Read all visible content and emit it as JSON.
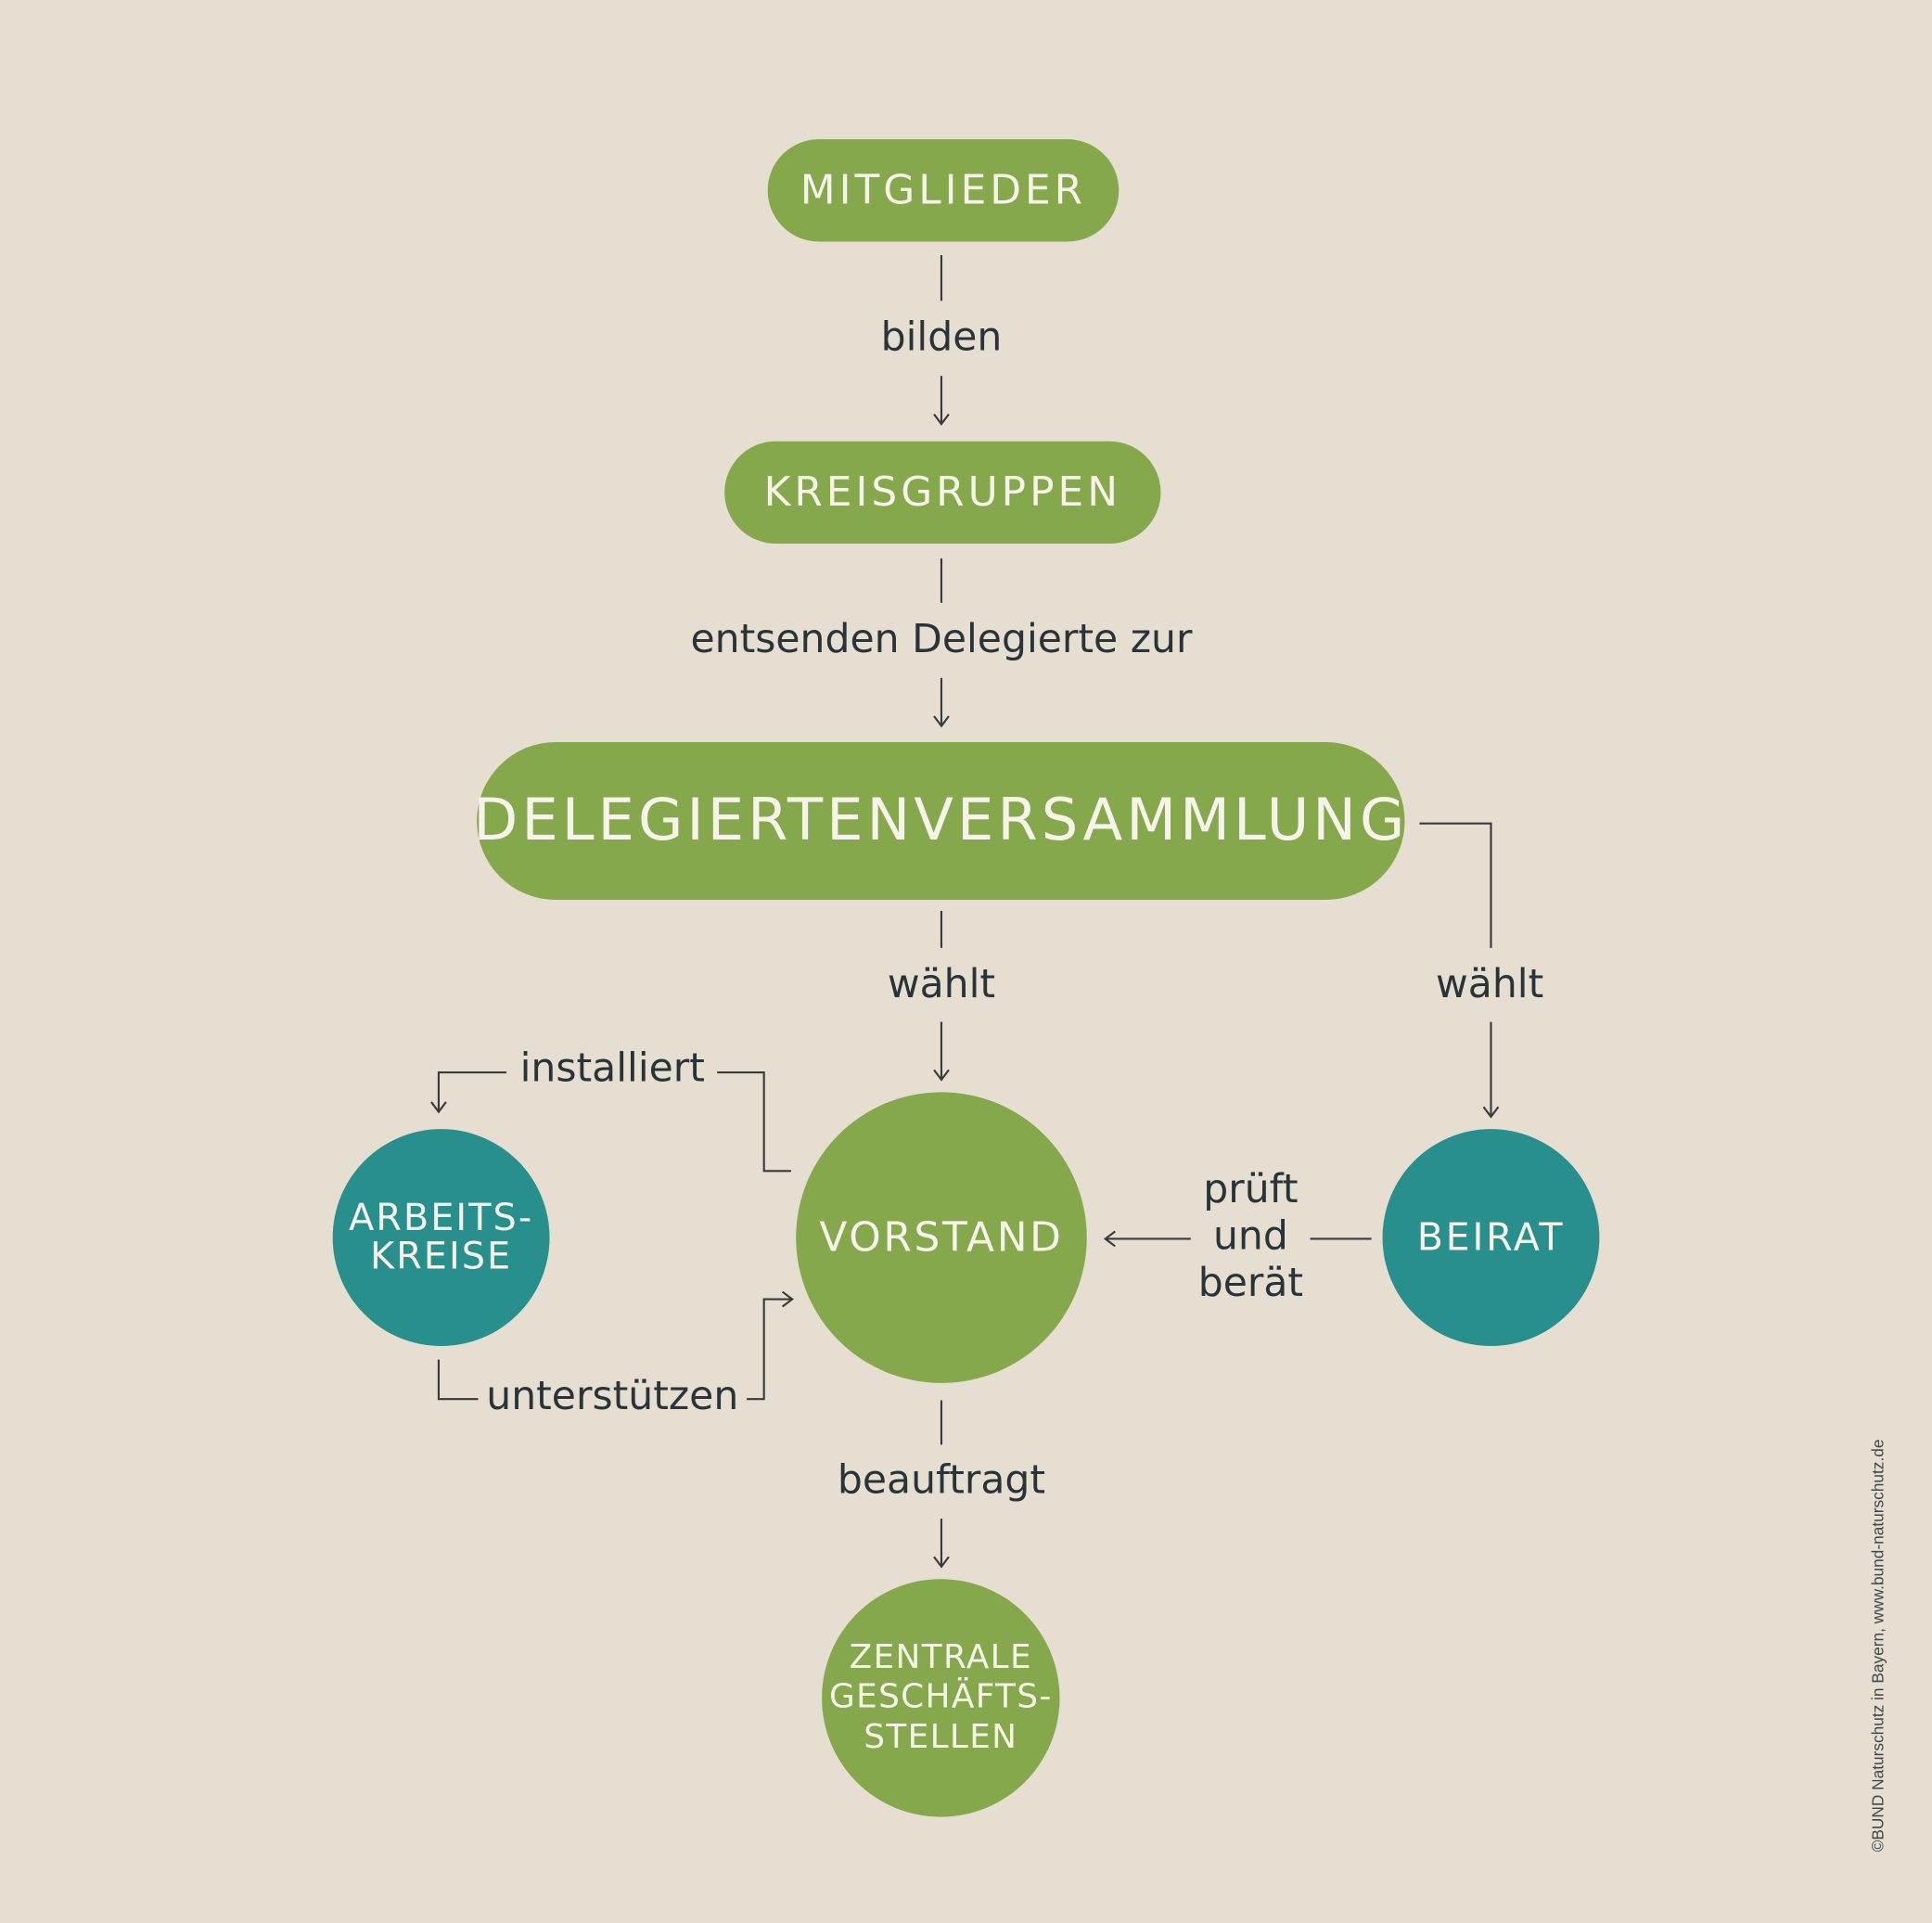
{
  "nodes": {
    "mitglieder": "MITGLIEDER",
    "kreisgruppen": "KREISGRUPPEN",
    "delegiertenversammlung": "DELEGIERTENVERSAMMLUNG",
    "vorstand": "VORSTAND",
    "beirat": "BEIRAT",
    "arbeitskreise": [
      "ARBEITS-",
      "KREISE"
    ],
    "zentrale_geschaeftsstellen": [
      "ZENTRALE",
      "GESCHÄFTS-",
      "STELLEN"
    ]
  },
  "edges": {
    "bilden": "bilden",
    "entsenden": "entsenden Delegierte zur",
    "waehlt_vorstand": "wählt",
    "waehlt_beirat": "wählt",
    "installiert": "installiert",
    "unterstuetzen": "unterstützen",
    "prueft_beraet": [
      "prüft",
      "und",
      "berät"
    ],
    "beauftragt": "beauftragt"
  },
  "credit": "©BUND Naturschutz in Bayern, www.bund-naturschutz.de",
  "colors": {
    "background": "#e5ded1",
    "green": "#86a84c",
    "teal": "#288f8c",
    "node_text": "#f6f3e8",
    "label_text": "#28343a",
    "connector": "#3a3a3a"
  }
}
